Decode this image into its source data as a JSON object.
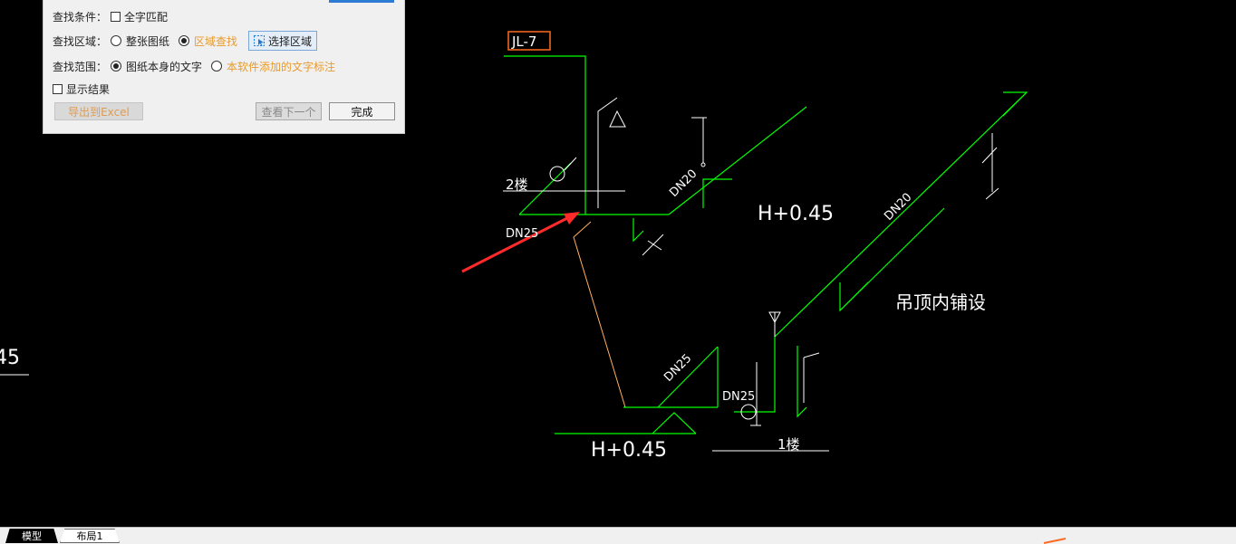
{
  "dialog": {
    "condition_label": "查找条件：",
    "whole_word_label": "全字匹配",
    "whole_word_checked": false,
    "area_label": "查找区域：",
    "area_options": [
      "整张图纸",
      "区域查找"
    ],
    "area_selected": "区域查找",
    "select_area_button": "选择区域",
    "range_label": "查找范围：",
    "range_options": [
      "图纸本身的文字",
      "本软件添加的文字标注"
    ],
    "range_selected": "图纸本身的文字",
    "show_results_label": "显示结果",
    "show_results_checked": false,
    "export_button": "导出到Excel",
    "next_button": "查看下一个",
    "done_button": "完成"
  },
  "drawing": {
    "tag": "JL-7",
    "floor2": "2楼",
    "floor1": "1楼",
    "dn25_left": "DN25",
    "dn20_riser": "DN20",
    "elev_upper": "H+0.45",
    "dn20_diag": "DN20",
    "ceiling_note": "吊顶内铺设",
    "dn25_diag": "DN25",
    "dn25_lower": "DN25",
    "elev_lower": "H+0.45",
    "left_edge_text": "45",
    "colors": {
      "pipe": "#00ff00",
      "leader": "#ffb060",
      "arrow": "#ff2a2a",
      "tag_border": "#ff6a22",
      "text": "#ffffff"
    }
  },
  "tabs": {
    "model": "模型",
    "layout1": "布局1"
  }
}
